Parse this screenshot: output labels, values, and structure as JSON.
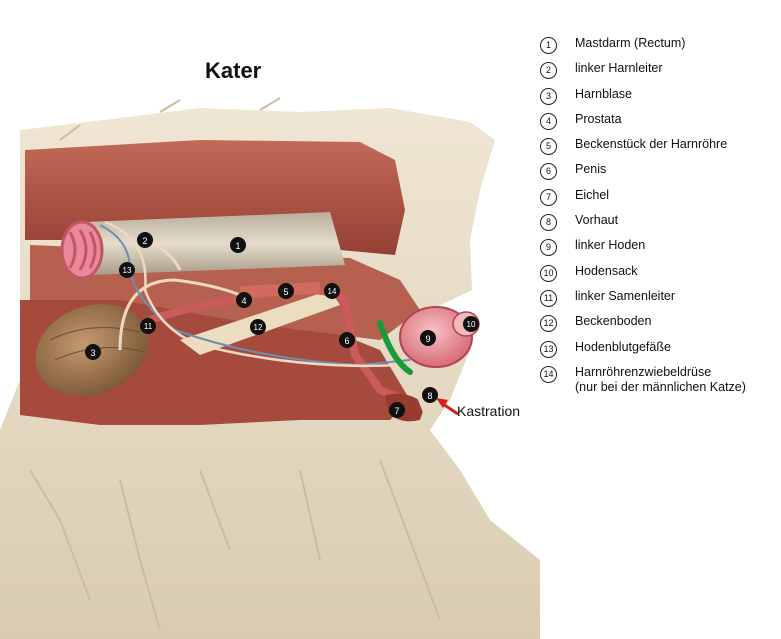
{
  "title": "Kater",
  "annotation": "Kastration",
  "markers": [
    {
      "num": "1"
    },
    {
      "num": "2"
    },
    {
      "num": "3"
    },
    {
      "num": "4"
    },
    {
      "num": "5"
    },
    {
      "num": "6"
    },
    {
      "num": "7"
    },
    {
      "num": "8"
    },
    {
      "num": "9"
    },
    {
      "num": "10"
    },
    {
      "num": "11"
    },
    {
      "num": "12"
    },
    {
      "num": "13"
    },
    {
      "num": "14"
    }
  ],
  "legend": [
    {
      "num": "1",
      "label": "Mastdarm (Rectum)"
    },
    {
      "num": "2",
      "label": "linker Harnleiter"
    },
    {
      "num": "3",
      "label": "Harnblase"
    },
    {
      "num": "4",
      "label": "Prostata"
    },
    {
      "num": "5",
      "label": "Beckenstück der Harnröhre"
    },
    {
      "num": "6",
      "label": "Penis"
    },
    {
      "num": "7",
      "label": "Eichel"
    },
    {
      "num": "8",
      "label": "Vorhaut"
    },
    {
      "num": "9",
      "label": "linker Hoden"
    },
    {
      "num": "10",
      "label": "Hodensack"
    },
    {
      "num": "11",
      "label": "linker Samenleiter"
    },
    {
      "num": "12",
      "label": "Beckenboden"
    },
    {
      "num": "13",
      "label": "Hodenblutgefäße"
    },
    {
      "num": "14",
      "label": "Harnröhrenzwiebeldrüse",
      "label2": "(nur bei der männlichen Katze)"
    }
  ],
  "colors": {
    "fur": "#e7ddc9",
    "muscle": "#b85a4a",
    "muscle_dark": "#8f3b30",
    "organ_pink": "#e98890",
    "bladder": "#9a7550",
    "rectum": "#d6ccbb",
    "cut_marker": "#1a9a3a",
    "arrow": "#d42020"
  }
}
